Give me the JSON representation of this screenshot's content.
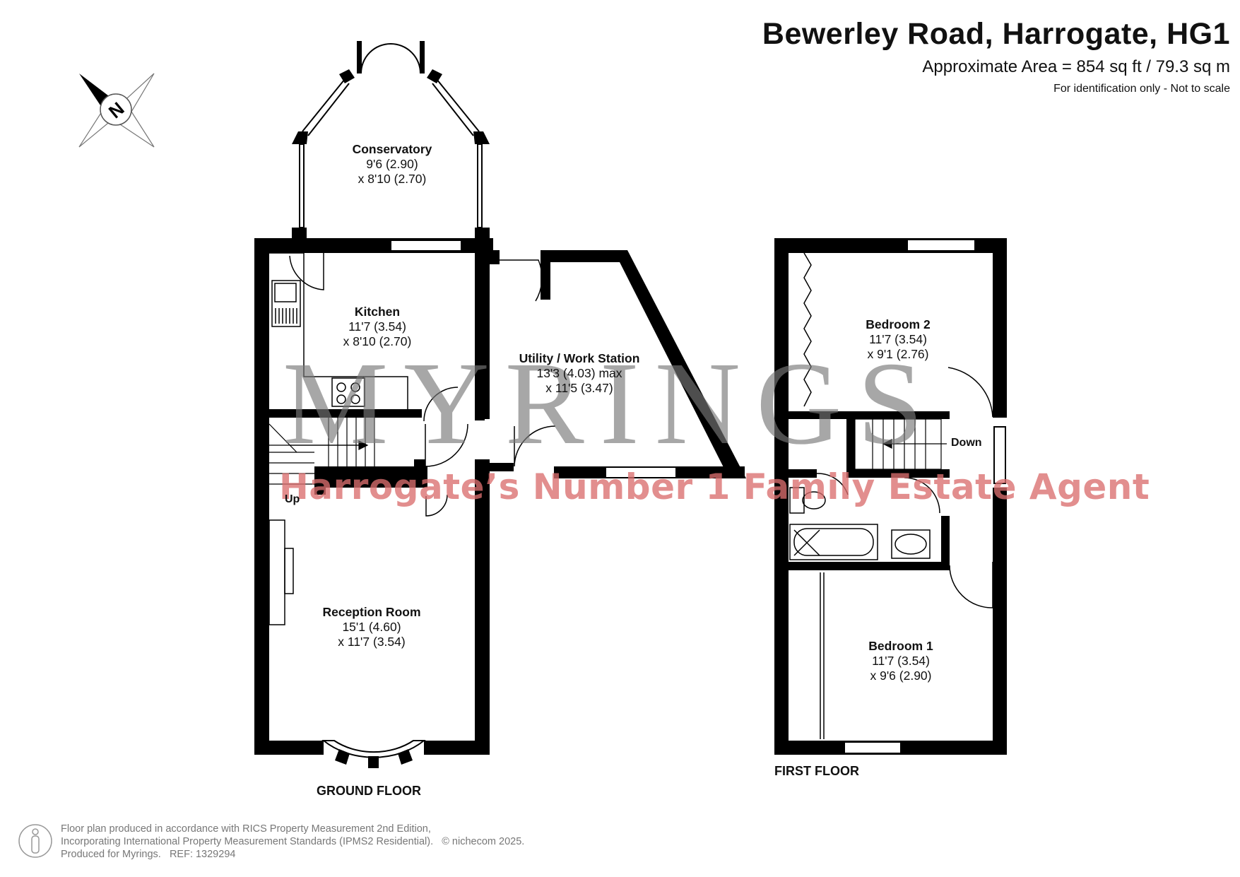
{
  "header": {
    "title": "Bewerley Road, Harrogate, HG1",
    "area": "Approximate Area = 854 sq ft / 79.3 sq m",
    "disclaimer": "For identification only - Not to scale"
  },
  "compass": {
    "letter": "N"
  },
  "rooms": {
    "conservatory": {
      "name": "Conservatory",
      "dim1": "9'6 (2.90)",
      "dim2": "x 8'10 (2.70)"
    },
    "kitchen": {
      "name": "Kitchen",
      "dim1": "11'7 (3.54)",
      "dim2": "x 8'10 (2.70)"
    },
    "utility": {
      "name": "Utility / Work Station",
      "dim1": "13'3 (4.03) max",
      "dim2": "x 11'5 (3.47)"
    },
    "reception": {
      "name": "Reception Room",
      "dim1": "15'1 (4.60)",
      "dim2": "x 11'7 (3.54)"
    },
    "bedroom2": {
      "name": "Bedroom 2",
      "dim1": "11'7 (3.54)",
      "dim2": "x 9'1 (2.76)"
    },
    "bedroom1": {
      "name": "Bedroom 1",
      "dim1": "11'7 (3.54)",
      "dim2": "x 9'6 (2.90)"
    }
  },
  "stairs": {
    "up": "Up",
    "down": "Down"
  },
  "floors": {
    "ground": "GROUND FLOOR",
    "first": "FIRST FLOOR"
  },
  "watermark": {
    "brand": "MYRINGS",
    "tagline": "Harrogate’s Number 1 Family Estate Agent"
  },
  "footer": {
    "line1": "Floor plan produced in accordance with RICS Property Measurement 2nd Edition,",
    "line2": "Incorporating International Property Measurement Standards (IPMS2 Residential).",
    "copyright": "© nichecom 2025.",
    "line3": "Produced for Myrings.",
    "ref": "REF: 1329294"
  },
  "colors": {
    "wall": "#000000",
    "watermark_grey": "#787878",
    "watermark_red": "#da6e6e"
  }
}
